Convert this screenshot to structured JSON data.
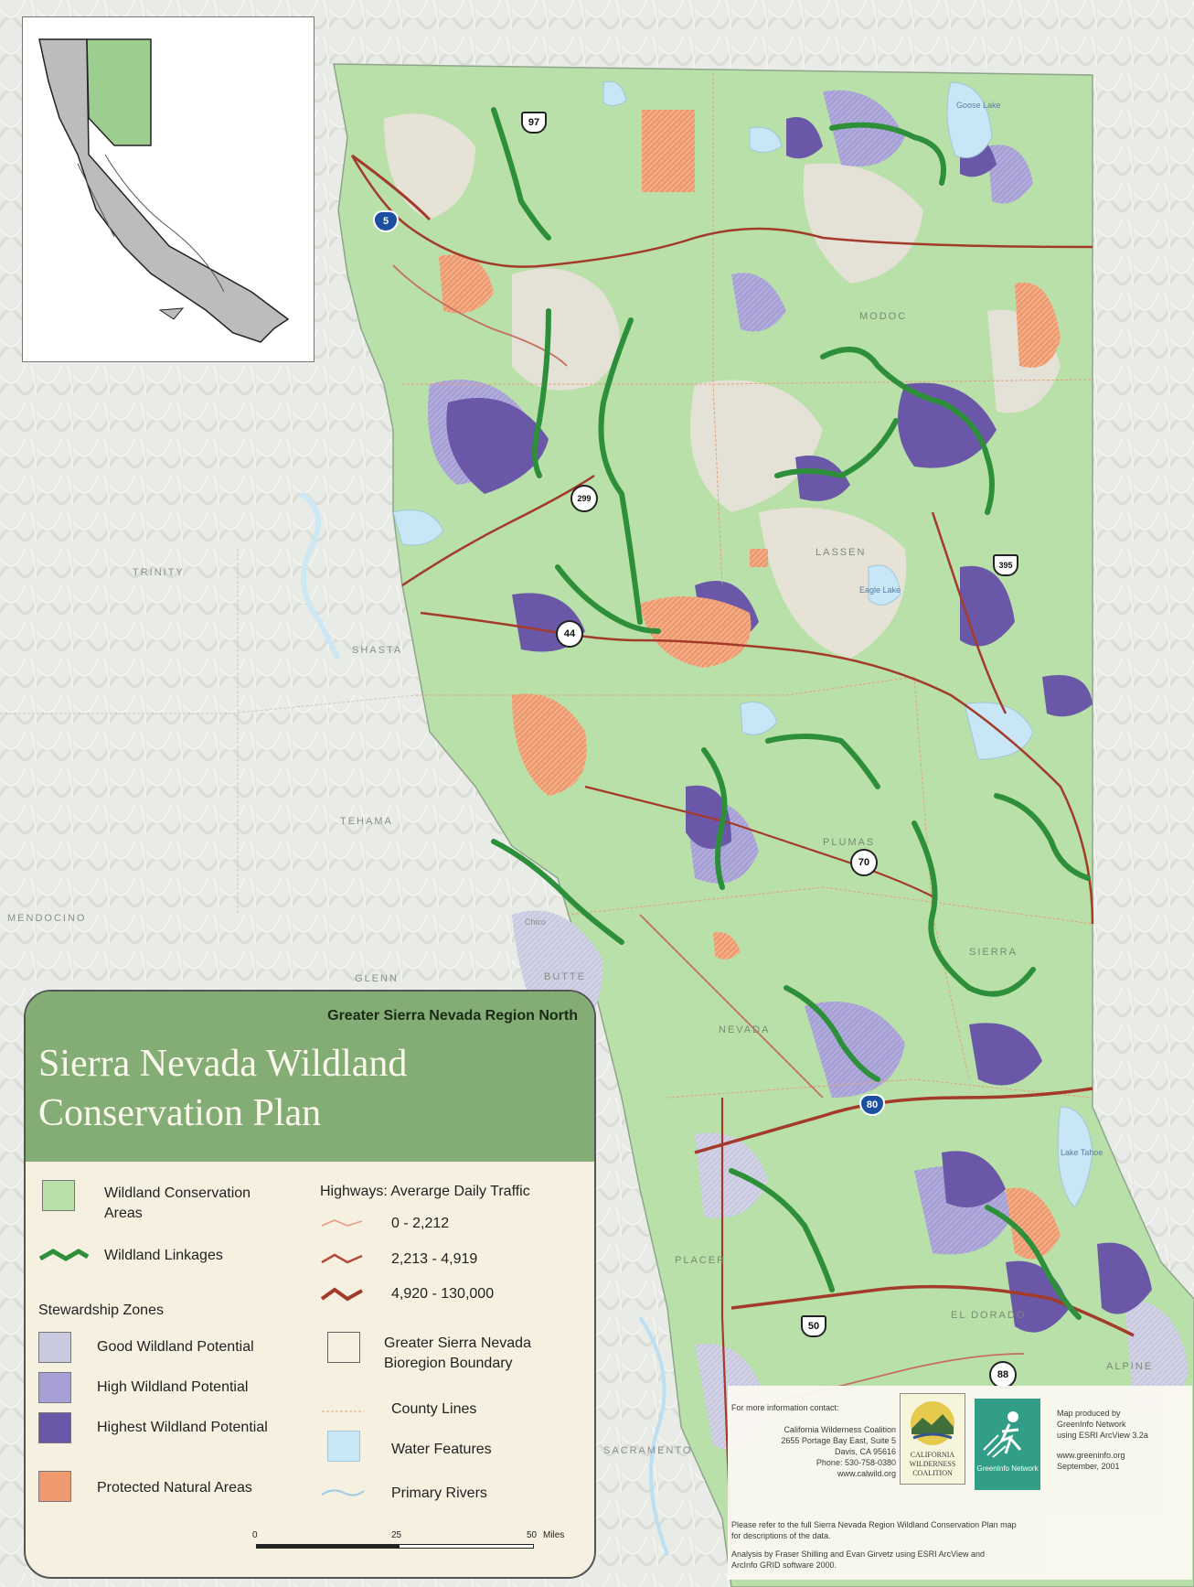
{
  "legend": {
    "region": "Greater Sierra Nevada Region North",
    "title_line1": "Sierra Nevada Wildland",
    "title_line2": "Conservation Plan",
    "items": {
      "wildland_conservation": "Wildland Conservation Areas",
      "wildland_linkages": "Wildland Linkages",
      "stewardship_heading": "Stewardship Zones",
      "good": "Good Wildland Potential",
      "high": "High Wildland Potential",
      "highest": "Highest Wildland Potential",
      "protected": "Protected Natural Areas"
    },
    "highways": {
      "heading": "Highways: Averarge Daily Traffic",
      "low": "0 - 2,212",
      "mid": "2,213 - 4,919",
      "high": "4,920 - 130,000"
    },
    "other": {
      "boundary": "Greater Sierra Nevada Bioregion Boundary",
      "county_lines": "County Lines",
      "water": "Water Features",
      "rivers": "Primary Rivers"
    },
    "scale": {
      "zero": "0",
      "mid": "25",
      "max": "50",
      "unit": "Miles"
    }
  },
  "credits": {
    "contact_heading": "For more information contact:",
    "contact_lines": [
      "California Wilderness Coalition",
      "2655 Portage Bay East, Suite 5",
      "Davis, CA 95616",
      "Phone: 530-758-0380",
      "www.calwild.org"
    ],
    "produced_lines": [
      "Map produced by",
      "GreenInfo Network",
      "using ESRI ArcView 3.2a"
    ],
    "produced_site": "www.greeninfo.org",
    "produced_date": "September, 2001",
    "note": "Please refer to the full Sierra Nevada Region Wildland Conservation Plan map for descriptions of the data.",
    "analysis": "Analysis by Fraser Shilling and Evan Girvetz using ESRI ArcView and ArcInfo GRID software 2000.",
    "cwc_logo_text": "CALIFORNIA WILDERNESS COALITION",
    "greeninfo_logo_text": "GreenInfo Network"
  },
  "map_labels": {
    "trinity": "TRINITY",
    "shasta": "SHASTA",
    "tehama": "TEHAMA",
    "mendocino": "MENDOCINO",
    "glenn": "GLENN",
    "butte": "BUTTE",
    "sacramento": "SACRAMENTO",
    "lassen": "LASSEN",
    "modoc": "MODOC",
    "plumas": "PLUMAS",
    "placer": "PLACER",
    "alpine": "ALPINE",
    "nevada": "NEVADA",
    "sierra": "SIERRA",
    "el_dorado": "EL DORADO",
    "goose_lake": "Goose Lake",
    "lake_tahoe": "Lake Tahoe",
    "eagle_lake": "Eagle Lake",
    "chico": "Chico"
  },
  "highways_shields": {
    "us97": "97",
    "i5": "5",
    "sr299": "299",
    "sr44": "44",
    "us395": "395",
    "sr70": "70",
    "i80": "80",
    "us50": "50",
    "sr88": "88"
  },
  "colors": {
    "wildland": "#b8e0a8",
    "linkage": "#2e8f3a",
    "good": "#c5c6de",
    "high": "#a7a0d6",
    "highest": "#6a57a8",
    "protected": "#ef9a6e",
    "water": "#c8e6f5",
    "header": "#84ac75"
  }
}
